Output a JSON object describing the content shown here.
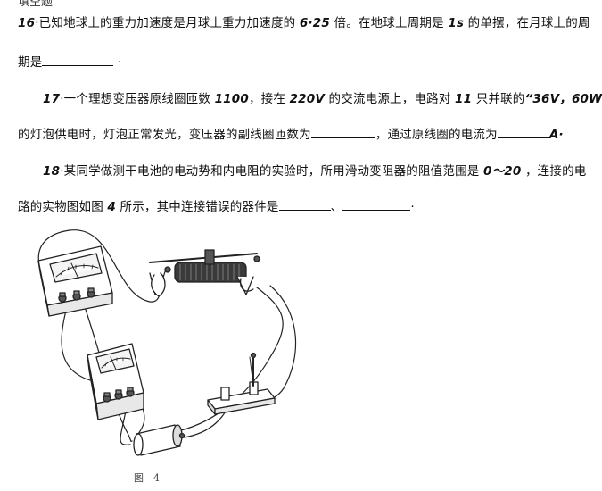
{
  "header_fragment": "填空题",
  "q16": {
    "number": "16",
    "text_a": "·已知地球上的重力加速度是月球上重力加速度的",
    "ratio": "6·25",
    "text_b": "倍。在地球上周期是",
    "period": "1s",
    "text_c": "的单摆，在月球上的周",
    "line2": "期是",
    "end": "·"
  },
  "q17": {
    "number": "17",
    "text_a": "·一个理想变压器原线圈匝数",
    "turns": "1100",
    "text_b": "，接在",
    "voltage": "220V",
    "text_c": "的交流电源上，电路对",
    "count": "11",
    "text_d": "只并联的",
    "rating": "“36V，60W”",
    "line2_a": "的灯泡供电时，灯泡正常发光，变压器的副线圈匝数为",
    "line2_b": "，通过原线圈的电流为",
    "line2_c": "A·"
  },
  "q18": {
    "number": "18",
    "text_a": "·某同学做测干电池的电动势和内电阻的实验时，所用滑动变阻器的阻值范围是",
    "range": "0～20",
    "text_b": "，连接的电",
    "line2_a": "路的实物图如图",
    "fig_ref": "4",
    "line2_b": "所示，其中连接错误的器件是",
    "line2_c": "、",
    "line2_d": "·"
  },
  "figure": {
    "caption": "图　4",
    "components": [
      "voltmeter",
      "ammeter",
      "sliding-rheostat",
      "knife-switch",
      "battery"
    ]
  }
}
